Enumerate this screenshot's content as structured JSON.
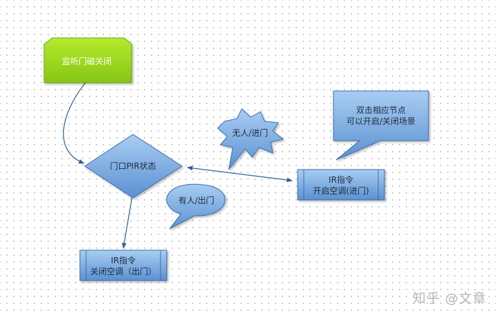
{
  "nodes": {
    "start": "监听门磁关闭",
    "decision": "门口PIR状态",
    "ir_on_line1": "IR指令",
    "ir_on_line2": "开启空调(进门)",
    "ir_off_line1": "IR指令",
    "ir_off_line2": "关闭空调（出门）"
  },
  "callouts": {
    "nobody": "无人/进门",
    "someone": "有人/出门",
    "tip_line1": "双击相应节点",
    "tip_line2": "可以开启/关闭场景"
  },
  "watermark": "知乎 @文章",
  "colors": {
    "start_fill": "#8fd01c",
    "shape_fill": "#6ea3dc",
    "shape_stroke": "#3b6ea8",
    "connector": "#2f5f8f"
  }
}
